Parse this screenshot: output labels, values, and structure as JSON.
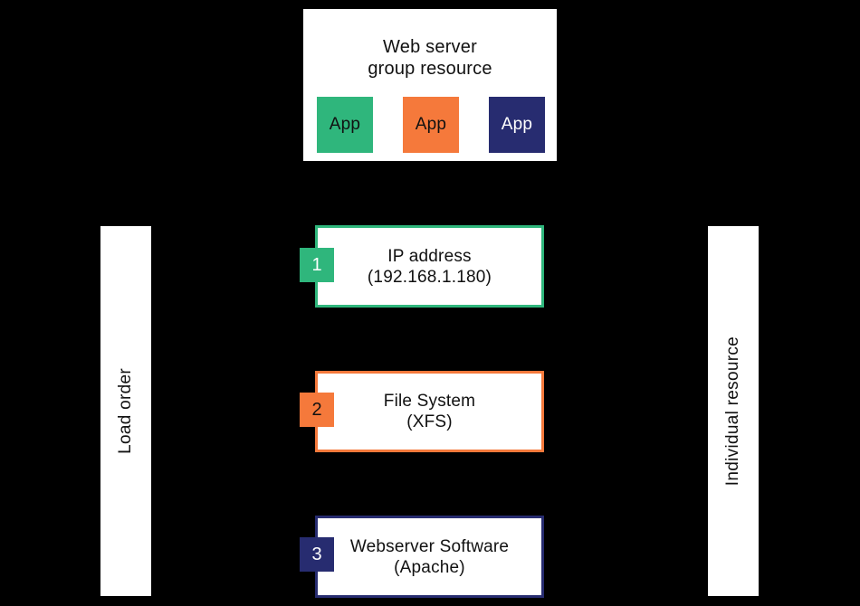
{
  "diagram": {
    "background_color": "#000000",
    "group_box": {
      "title_line1": "Web server",
      "title_line2": "group resource",
      "apps": [
        {
          "label": "App",
          "color": "#2FB67C",
          "text_color": "#111111"
        },
        {
          "label": "App",
          "color": "#F5793B",
          "text_color": "#111111"
        },
        {
          "label": "App",
          "color": "#272C70",
          "text_color": "#FFFFFF"
        }
      ]
    },
    "resources": [
      {
        "number": "1",
        "line1": "IP address",
        "line2": "(192.168.1.180)",
        "color": "#2FB67C",
        "number_text_color": "#FFFFFF"
      },
      {
        "number": "2",
        "line1": "File System",
        "line2": "(XFS)",
        "color": "#F5793B",
        "number_text_color": "#111111"
      },
      {
        "number": "3",
        "line1": "Webserver Software",
        "line2": "(Apache)",
        "color": "#272C70",
        "number_text_color": "#FFFFFF"
      }
    ],
    "side_labels": {
      "left": "Load order",
      "right": "Individual resource"
    }
  }
}
